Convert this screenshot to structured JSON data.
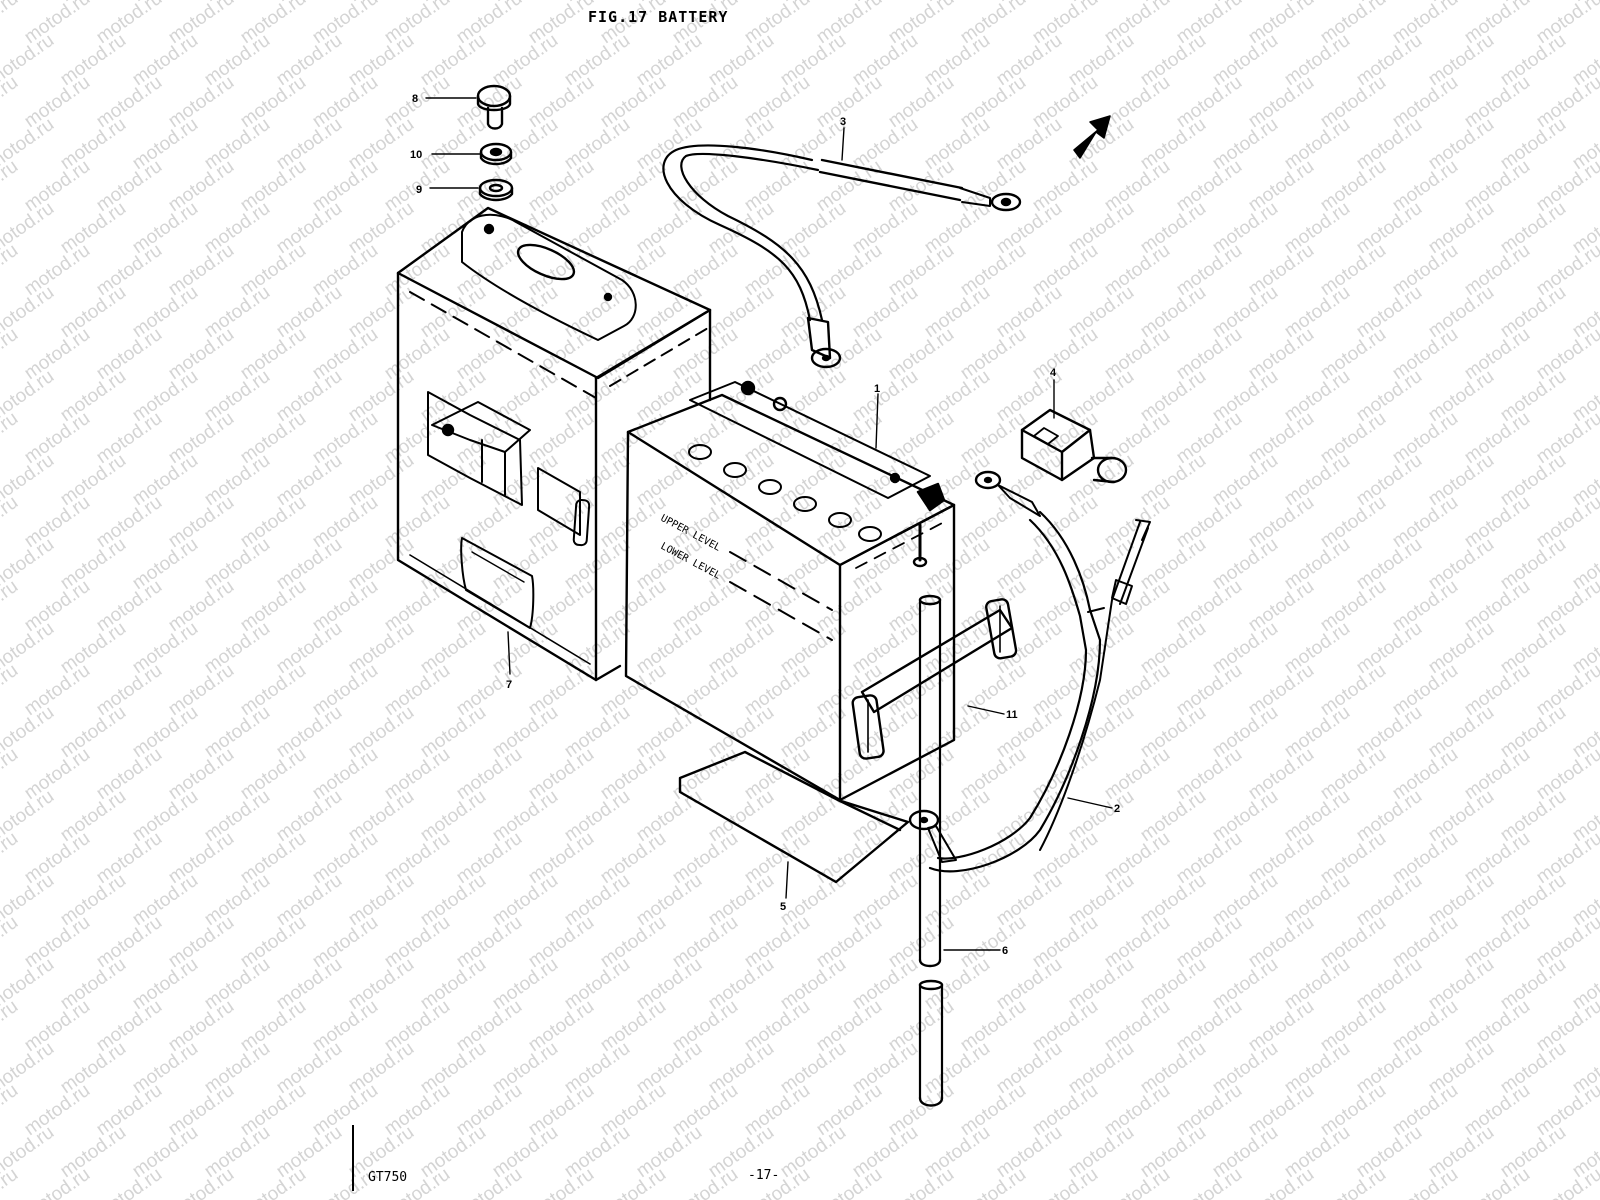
{
  "figure": {
    "title": "FIG.17  BATTERY",
    "model": "GT750",
    "page": "-17-"
  },
  "watermark": {
    "text": "motod.ru",
    "color": "#d4d4d4"
  },
  "parts": [
    {
      "key": "battery",
      "number": "1"
    },
    {
      "key": "battery-cable-negative",
      "number": "2"
    },
    {
      "key": "battery-cable-positive",
      "number": "3"
    },
    {
      "key": "terminal-cap",
      "number": "4"
    },
    {
      "key": "battery-tray-pad",
      "number": "5"
    },
    {
      "key": "breather-tube",
      "number": "6"
    },
    {
      "key": "battery-case",
      "number": "7"
    },
    {
      "key": "bolt",
      "number": "8"
    },
    {
      "key": "washer",
      "number": "9"
    },
    {
      "key": "lock-washer",
      "number": "10"
    },
    {
      "key": "battery-band",
      "number": "11"
    }
  ],
  "icons": {
    "direction": "front-arrow-icon"
  }
}
